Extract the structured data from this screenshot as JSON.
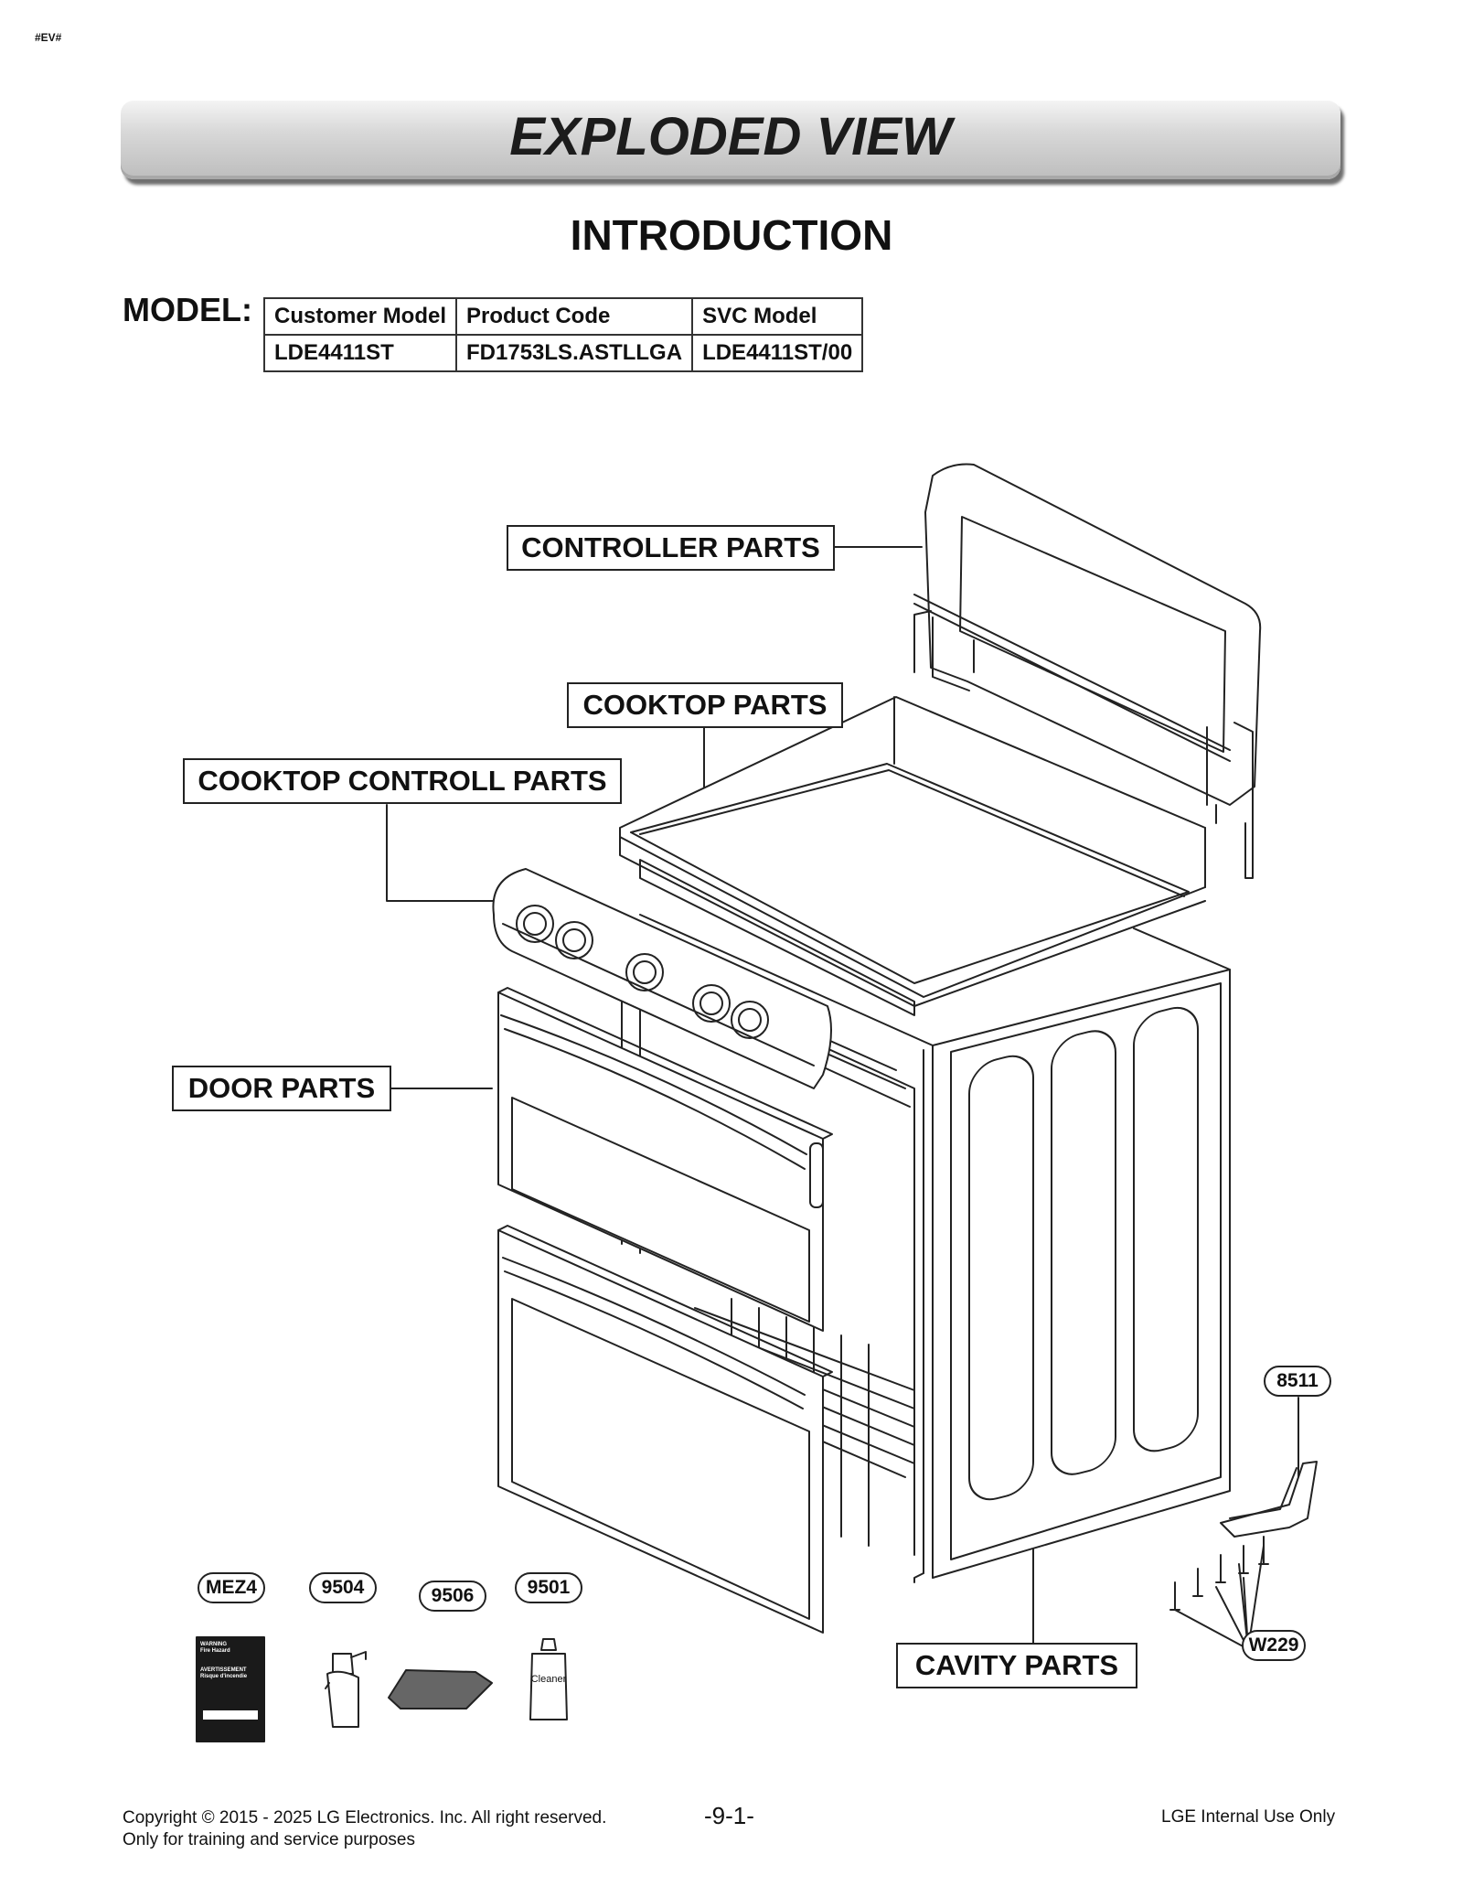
{
  "doc_tag": "#EV#",
  "banner_title": "EXPLODED VIEW",
  "subtitle": "INTRODUCTION",
  "model_label": "MODEL:",
  "model_table": {
    "headers": [
      "Customer Model",
      "Product Code",
      "SVC Model"
    ],
    "values": [
      "LDE4411ST",
      "FD1753LS.ASTLLGA",
      "LDE4411ST/00"
    ]
  },
  "callouts": {
    "controller": "CONTROLLER PARTS",
    "cooktop": "COOKTOP PARTS",
    "cooktop_control": "COOKTOP CONTROLL PARTS",
    "door": "DOOR PARTS",
    "cavity": "CAVITY PARTS"
  },
  "part_numbers": {
    "p8511": "8511",
    "mez4": "MEZ4",
    "p9504": "9504",
    "p9506": "9506",
    "p9501": "9501",
    "w229": "W229"
  },
  "accessory_text": {
    "cleaner": "Cleaner",
    "warning": "WARNING",
    "fire_hazard": "Fire Hazard",
    "avertissement": "AVERTISSEMENT",
    "risque": "Risque d'incendie"
  },
  "footer": {
    "copyright": "Copyright © 2015 - 2025 LG Electronics. Inc. All right reserved.",
    "training": "Only for training and service purposes",
    "page": "-9-1-",
    "internal": "LGE Internal Use Only"
  }
}
